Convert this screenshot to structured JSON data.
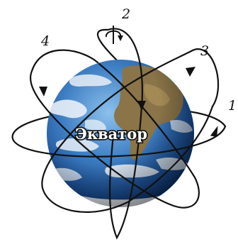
{
  "diagram": {
    "equator_label": "Экватор",
    "orbit_labels": [
      "1",
      "2",
      "3",
      "4"
    ],
    "colors": {
      "ocean_light": "#5f9fd8",
      "ocean_dark": "#0c2c63",
      "land": "#8a7448",
      "cloud": "#f2f6fa",
      "orbit": "#111111"
    },
    "icons": [
      "globe-icon",
      "axis-rotation-arrow-icon"
    ]
  }
}
